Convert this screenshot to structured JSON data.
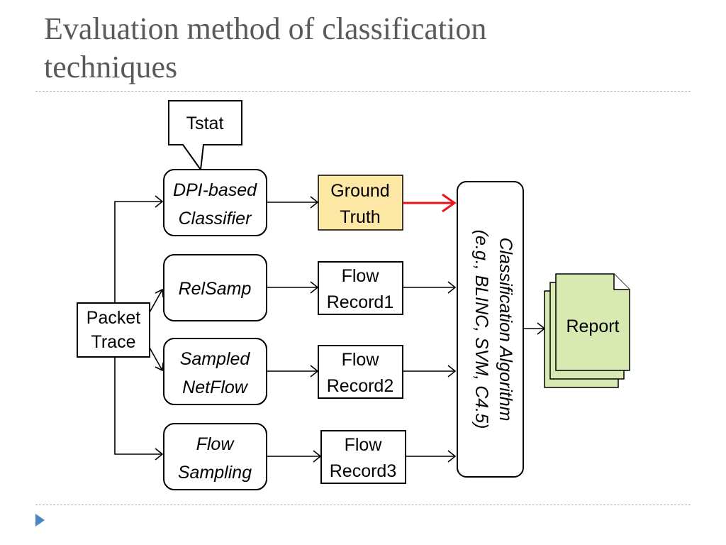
{
  "slide": {
    "title_line1": "Evaluation method of classification",
    "title_line2": "techniques"
  },
  "diagram": {
    "tstat": "Tstat",
    "packet_trace": [
      "Packet",
      "Trace"
    ],
    "dpi_classifier": [
      "DPI-based",
      "Classifier"
    ],
    "relsamp": "RelSamp",
    "sampled_netflow": [
      "Sampled",
      "NetFlow"
    ],
    "flow_sampling": [
      "Flow",
      "Sampling"
    ],
    "ground_truth": [
      "Ground",
      "Truth"
    ],
    "flow_record1": [
      "Flow",
      "Record1"
    ],
    "flow_record2": [
      "Flow",
      "Record2"
    ],
    "flow_record3": [
      "Flow",
      "Record3"
    ],
    "classification_algorithm": [
      "Classification Algorithm",
      "(e.g., BLINC, SVM, C4.5)"
    ],
    "report": "Report",
    "colors": {
      "ground_truth_fill": "#fde8a5",
      "report_fill": "#d8eab2",
      "highlight_arrow": "#e8141b",
      "title_text": "#5a5a5a",
      "bullet": "#4a86c5"
    }
  }
}
